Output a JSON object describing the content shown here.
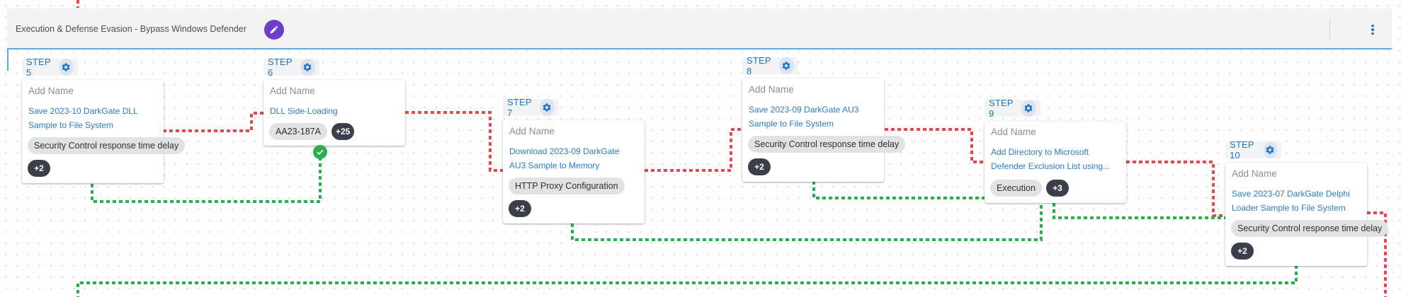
{
  "header": {
    "title": "Execution & Defense Evasion - Bypass Windows Defender",
    "edit_icon": "pencil-icon",
    "menu_icon": "kebab-menu-icon"
  },
  "colors": {
    "accent": "#1f74c4",
    "edit_button": "#6b3fc9",
    "fail_connector": "#e5484d",
    "pass_connector": "#2bb04d",
    "pill": "#3a3f4b"
  },
  "steps": [
    {
      "label": "STEP 5",
      "name_placeholder": "Add Name",
      "title_lines": [
        "Save 2023-10 DarkGate DLL",
        "Sample to File System"
      ],
      "chips": [
        "Security Control response time delay"
      ],
      "more": "+2"
    },
    {
      "label": "STEP 6",
      "name_placeholder": "Add Name",
      "title_lines": [
        "DLL Side-Loading"
      ],
      "chips": [
        "AA23-187A"
      ],
      "more": "+25",
      "status_icon": "check-circle-icon"
    },
    {
      "label": "STEP 7",
      "name_placeholder": "Add Name",
      "title_lines": [
        "Download 2023-09 DarkGate",
        "AU3 Sample to Memory"
      ],
      "chips": [
        "HTTP Proxy Configuration"
      ],
      "more": "+2"
    },
    {
      "label": "STEP 8",
      "name_placeholder": "Add Name",
      "title_lines": [
        "Save 2023-09 DarkGate AU3",
        "Sample to File System"
      ],
      "chips": [
        "Security Control response time delay"
      ],
      "more": "+2"
    },
    {
      "label": "STEP 9",
      "name_placeholder": "Add Name",
      "title_lines": [
        "Add Directory to Microsoft",
        "Defender Exclusion List using..."
      ],
      "chips": [
        "Execution"
      ],
      "more": "+3"
    },
    {
      "label": "STEP 10",
      "name_placeholder": "Add Name",
      "title_lines": [
        "Save 2023-07 DarkGate Delphi",
        "Loader Sample to File System"
      ],
      "chips": [
        "Security Control response time delay"
      ],
      "more": "+2"
    }
  ]
}
